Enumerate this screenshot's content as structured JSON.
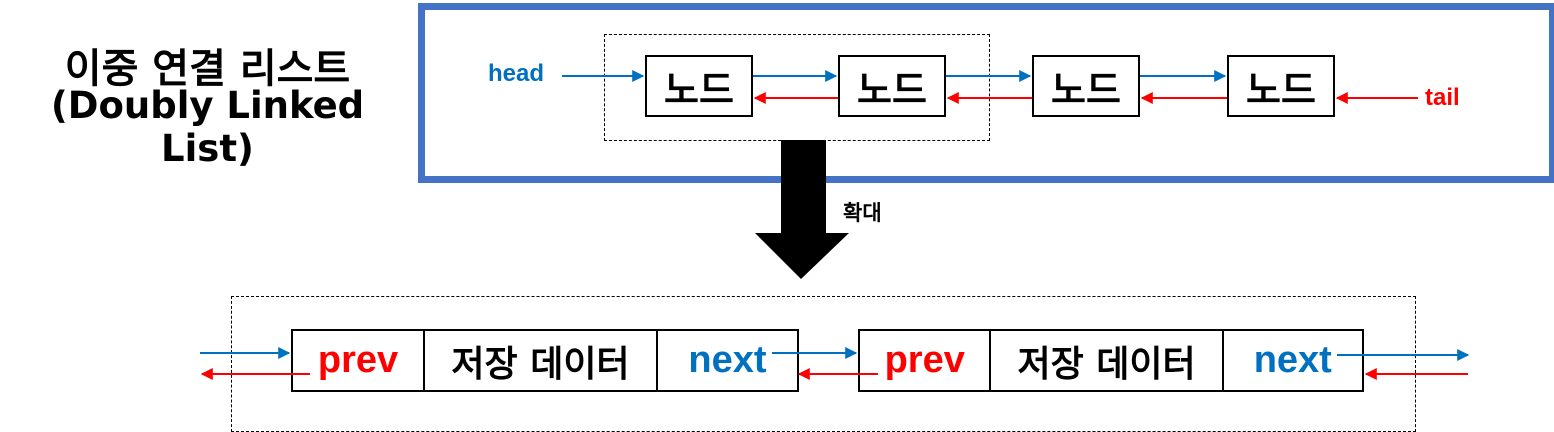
{
  "title": {
    "line1": "이중 연결 리스트",
    "line2": "(Doubly Linked List)"
  },
  "top_list": {
    "head_label": "head",
    "tail_label": "tail",
    "nodes": [
      "노드",
      "노드",
      "노드",
      "노드"
    ]
  },
  "zoom_label": "확대",
  "detail": {
    "nodes": [
      {
        "prev": "prev",
        "data": "저장 데이터",
        "next": "next"
      },
      {
        "prev": "prev",
        "data": "저장 데이터",
        "next": "next"
      }
    ]
  },
  "colors": {
    "frame": "#4472C4",
    "forward_arrow": "#0070C0",
    "backward_arrow": "#FF0000"
  }
}
